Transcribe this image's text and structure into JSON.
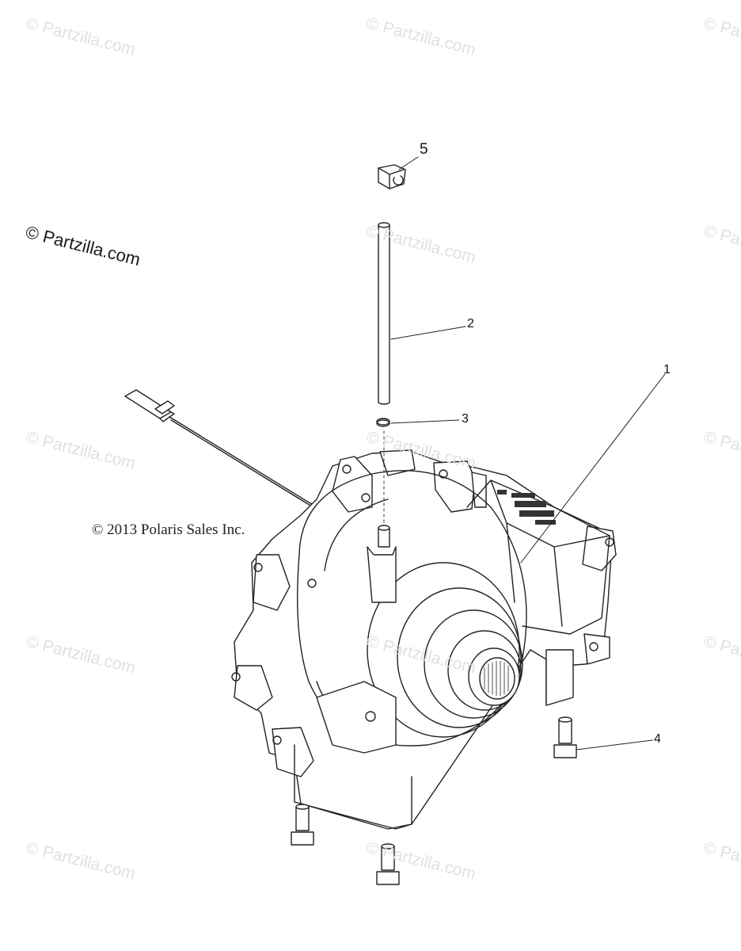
{
  "watermark": "© Partzilla.com",
  "copyright": "© 2013 Polaris Sales Inc.",
  "callouts": [
    "1",
    "2",
    "3",
    "4",
    "5"
  ]
}
